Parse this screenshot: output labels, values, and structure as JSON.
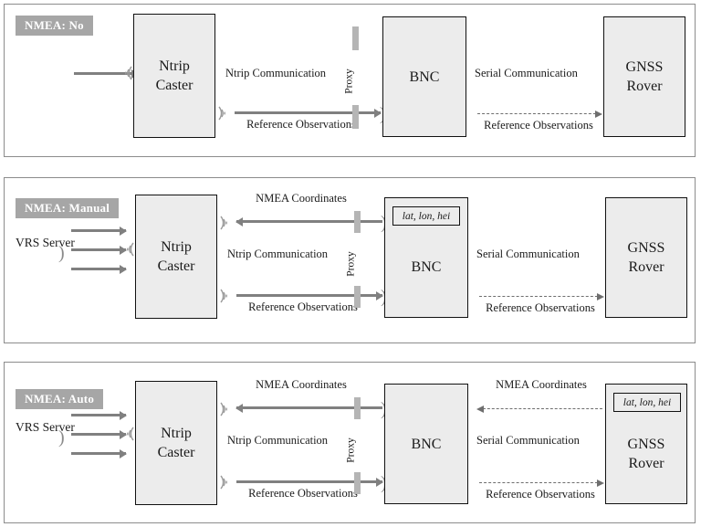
{
  "diagram": {
    "title": "NMEA handling modes between Ntrip Caster, BNC and GNSS Rover",
    "colors": {
      "tag_background": "#a6a6a6",
      "tag_text": "#ffffff",
      "node_fill": "#ececec",
      "node_border": "#111111",
      "solid_arrow": "#808080",
      "dash_arrow": "#6e6e6e",
      "proxy_bar": "#b5b5b5",
      "panel_border": "#8c8c8c"
    },
    "panels": [
      {
        "tag": "NMEA: No",
        "nodes": {
          "caster": [
            "Ntrip",
            "Caster"
          ],
          "bnc": [
            "BNC"
          ],
          "rover": [
            "GNSS",
            "Rover"
          ]
        },
        "labels": {
          "ntrip_communication": "Ntrip Communication",
          "serial_communication": "Serial Communication",
          "reference_observations": "Reference Observations",
          "reference_observations_right": "Reference Observations",
          "proxy": "Proxy"
        }
      },
      {
        "tag": "NMEA: Manual",
        "nodes": {
          "vrs": [
            "VRS",
            "Server"
          ],
          "caster": [
            "Ntrip",
            "Caster"
          ],
          "bnc": [
            "BNC"
          ],
          "rover": [
            "GNSS",
            "Rover"
          ]
        },
        "labels": {
          "nmea_coordinates": "NMEA Coordinates",
          "ntrip_communication": "Ntrip Communication",
          "serial_communication": "Serial Communication",
          "reference_observations": "Reference Observations",
          "reference_observations_right": "Reference Observations",
          "proxy": "Proxy",
          "coordinates_box": "lat, lon, hei"
        }
      },
      {
        "tag": "NMEA: Auto",
        "nodes": {
          "vrs": [
            "VRS",
            "Server"
          ],
          "caster": [
            "Ntrip",
            "Caster"
          ],
          "bnc": [
            "BNC"
          ],
          "rover": [
            "GNSS",
            "Rover"
          ]
        },
        "labels": {
          "nmea_coordinates": "NMEA Coordinates",
          "nmea_coordinates_right": "NMEA Coordinates",
          "ntrip_communication": "Ntrip Communication",
          "serial_communication": "Serial Communication",
          "reference_observations": "Reference Observations",
          "reference_observations_right": "Reference Observations",
          "proxy": "Proxy",
          "coordinates_box": "lat, lon, hei"
        }
      }
    ]
  }
}
